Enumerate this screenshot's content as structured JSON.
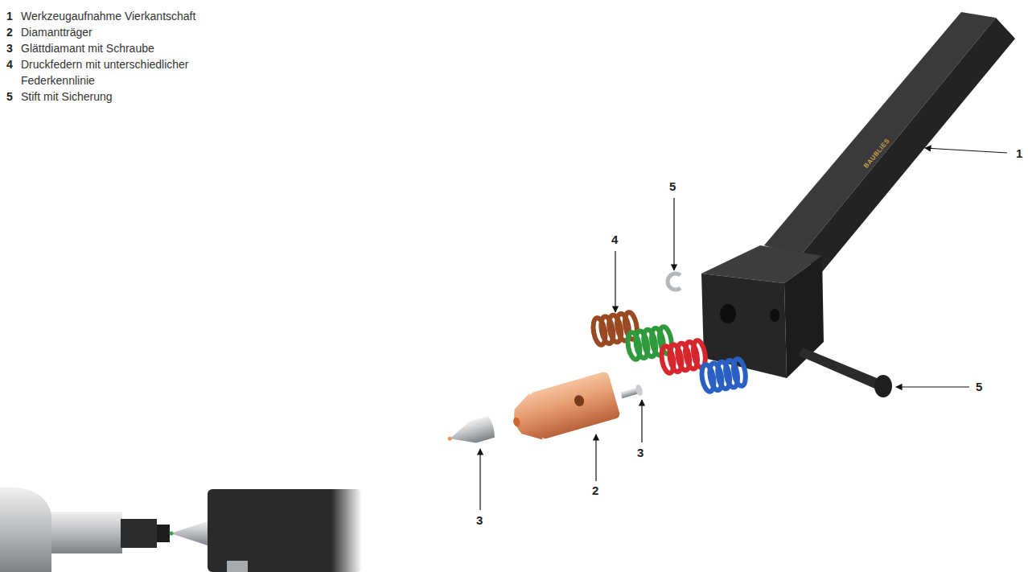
{
  "diagram": {
    "labels": [
      "1",
      "Werkzeugaufnahme Vierkantschaft",
      "2",
      "Diamantträger",
      "3",
      "Glättdiamant mit Schraube",
      "4",
      "Druckfedern mit unterschiedlicher Federkennlinie",
      "5",
      "Stift mit Sicherung",
      "1",
      "5",
      "4",
      "5",
      "3",
      "2",
      "3",
      "BAUBLIES"
    ]
  }
}
